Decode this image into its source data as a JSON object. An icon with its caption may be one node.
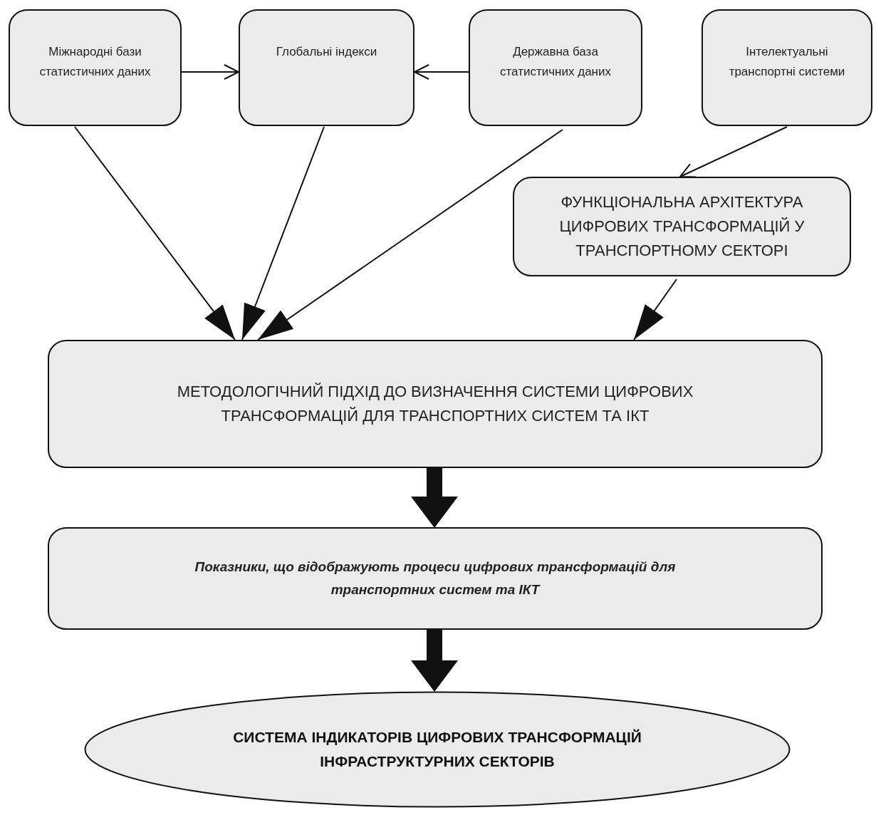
{
  "diagram": {
    "nodes": [
      {
        "text": [
          "Міжнародні бази статистичних даних"
        ]
      },
      {
        "text": [
          "Глобальні індекси"
        ]
      },
      {
        "text": [
          "Державна база статистичних даних"
        ]
      },
      {
        "text": [
          "Інтелектуальні транспортні системи"
        ]
      },
      {
        "text": [
          "ФУНКЦІОНАЛЬНА АРХІТЕКТУРА ЦИФРОВИХ ТРАНСФОРМАЦІЙ У ТРАНСПОРТНОМУ СЕКТОРІ"
        ]
      },
      {
        "text": [
          "МЕТОДОЛОГІЧНИЙ ПІДХІД ДО ВИЗНАЧЕННЯ СИСТЕМИ ЦИФРОВИХ ТРАНСФОРМАЦІЙ ДЛЯ ТРАНСПОРТНИХ СИСТЕМ ТА ІКТ"
        ]
      },
      {
        "text": [
          "Показники, що відображують процеси цифрових трансформацій для транспортних систем та ІКТ"
        ]
      },
      {
        "text": [
          "СИСТЕМА ІНДИКАТОРІВ ЦИФРОВИХ ТРАНСФОРМАЦІЙ ІНФРАСТРУКТУРНИХ СЕКТОРІВ"
        ]
      }
    ],
    "edges": [
      {
        "from": 0,
        "to": 1,
        "arrow": "to"
      },
      {
        "from": 2,
        "to": 1,
        "arrow": "to"
      },
      {
        "from": 0,
        "to": 5,
        "arrow": "to"
      },
      {
        "from": 1,
        "to": 5,
        "arrow": "to"
      },
      {
        "from": 2,
        "to": 5,
        "arrow": "to"
      },
      {
        "from": 3,
        "to": 4,
        "arrow": "to"
      },
      {
        "from": 4,
        "to": 5,
        "arrow": "to"
      },
      {
        "from": 5,
        "to": 6,
        "arrow": "to",
        "style": "thick"
      },
      {
        "from": 6,
        "to": 7,
        "arrow": "to",
        "style": "thick"
      }
    ]
  }
}
